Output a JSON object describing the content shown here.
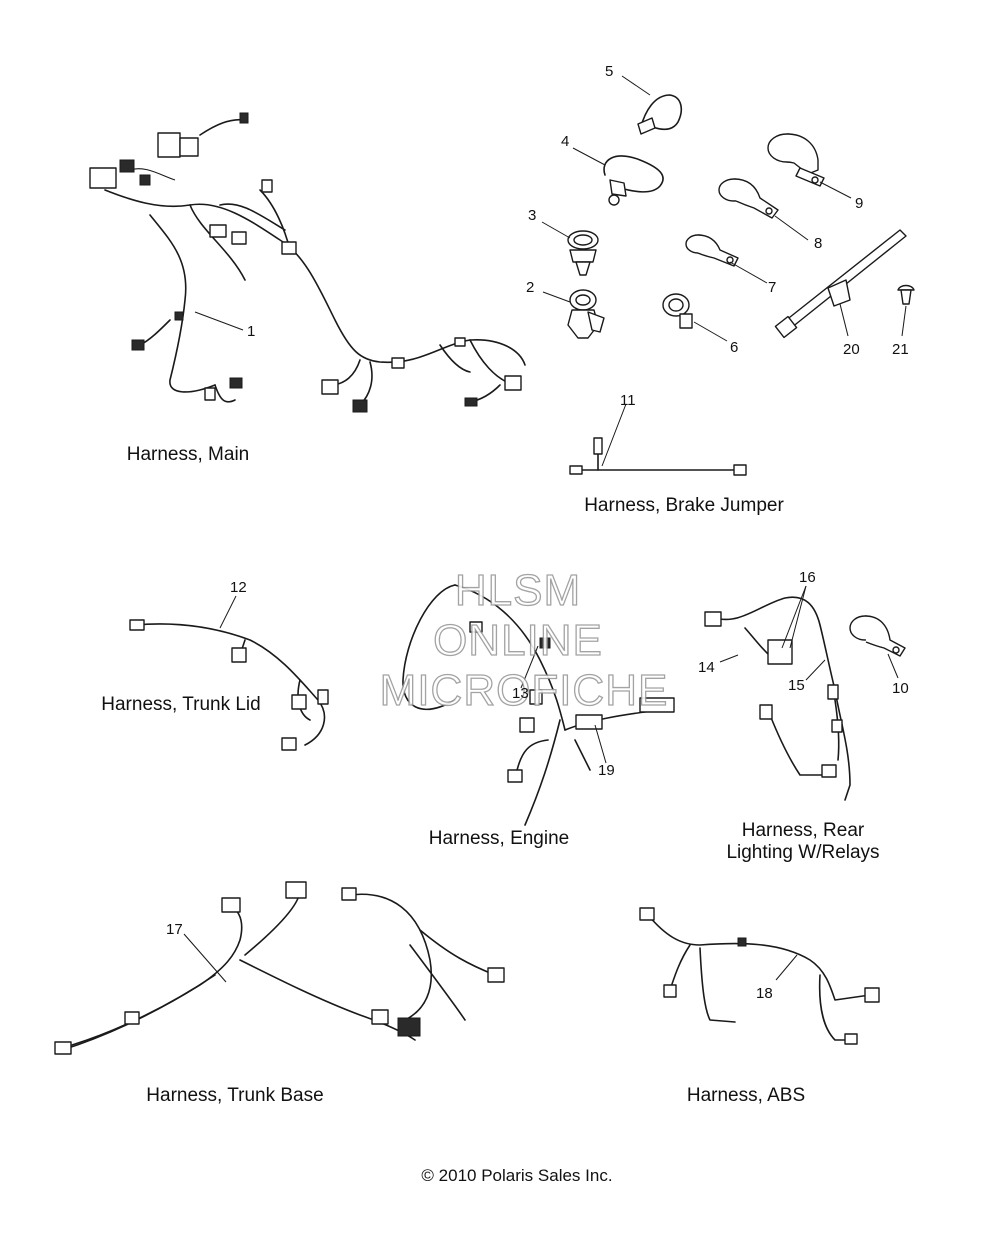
{
  "watermark": {
    "line1": "HLSM",
    "line2": "ONLINE",
    "line3": "MICROFICHE"
  },
  "callouts": {
    "c1": "1",
    "c2": "2",
    "c3": "3",
    "c4": "4",
    "c5": "5",
    "c6": "6",
    "c7": "7",
    "c8": "8",
    "c9": "9",
    "c10": "10",
    "c11": "11",
    "c12": "12",
    "c13": "13",
    "c14": "14",
    "c15": "15",
    "c16": "16",
    "c17": "17",
    "c18": "18",
    "c19": "19",
    "c20": "20",
    "c21": "21"
  },
  "labels": {
    "main": "Harness, Main",
    "brake": "Harness, Brake Jumper",
    "trunk_lid": "Harness, Trunk Lid",
    "engine": "Harness, Engine",
    "rear_1": "Harness, Rear",
    "rear_2": "Lighting W/Relays",
    "trunk_base": "Harness, Trunk Base",
    "abs": "Harness, ABS"
  },
  "copyright": "© 2010 Polaris Sales Inc."
}
